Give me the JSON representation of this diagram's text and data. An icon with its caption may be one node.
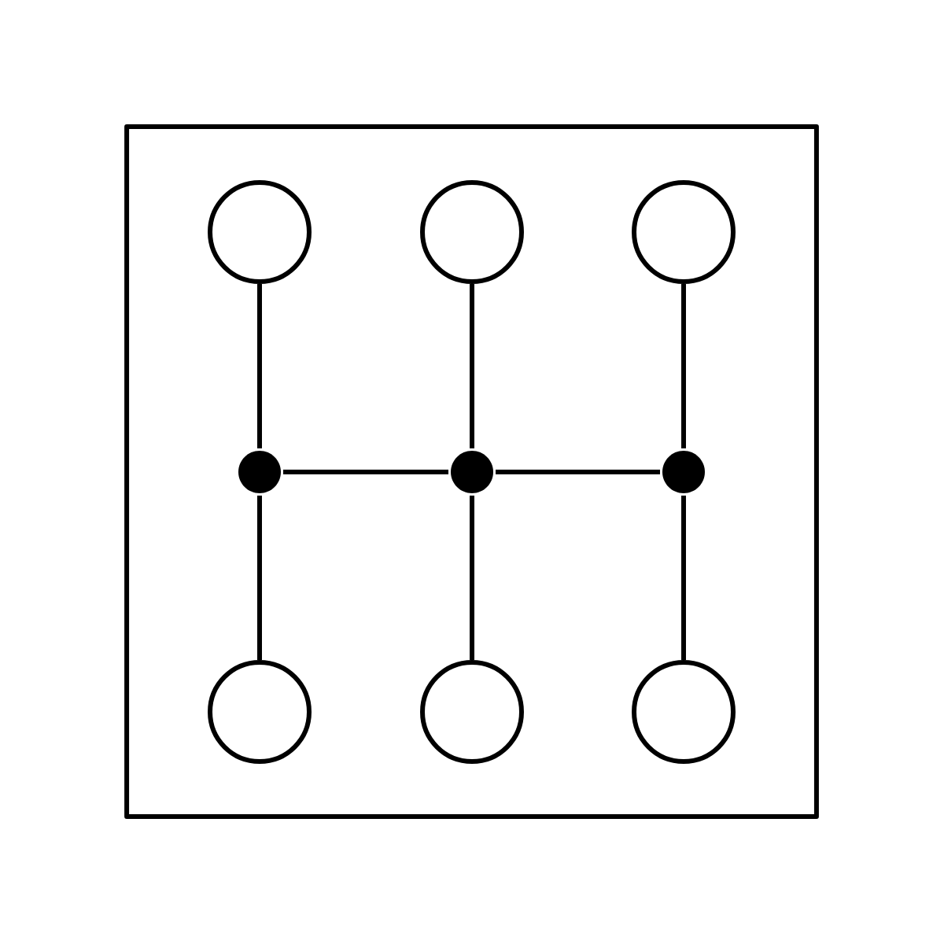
{
  "diagram": {
    "nodes": [
      {
        "text": [],
        "shape": "box"
      },
      {
        "text": [],
        "shape": "circle",
        "in": 0
      },
      {
        "text": [],
        "shape": "circle",
        "in": 0
      },
      {
        "text": [],
        "shape": "circle",
        "in": 0
      },
      {
        "text": [],
        "shape": "dot",
        "in": 0
      },
      {
        "text": [],
        "shape": "dot",
        "in": 0
      },
      {
        "text": [],
        "shape": "dot",
        "in": 0
      },
      {
        "text": [],
        "shape": "circle",
        "in": 0
      },
      {
        "text": [],
        "shape": "circle",
        "in": 0
      },
      {
        "text": [],
        "shape": "circle",
        "in": 0
      }
    ],
    "edges": [
      {
        "from": 1,
        "to": 4,
        "arrow": "none"
      },
      {
        "from": 2,
        "to": 5,
        "arrow": "none"
      },
      {
        "from": 3,
        "to": 6,
        "arrow": "none"
      },
      {
        "from": 4,
        "to": 5,
        "arrow": "none"
      },
      {
        "from": 5,
        "to": 6,
        "arrow": "none"
      },
      {
        "from": 4,
        "to": 7,
        "arrow": "none"
      },
      {
        "from": 5,
        "to": 8,
        "arrow": "none"
      },
      {
        "from": 6,
        "to": 9,
        "arrow": "none"
      }
    ]
  }
}
